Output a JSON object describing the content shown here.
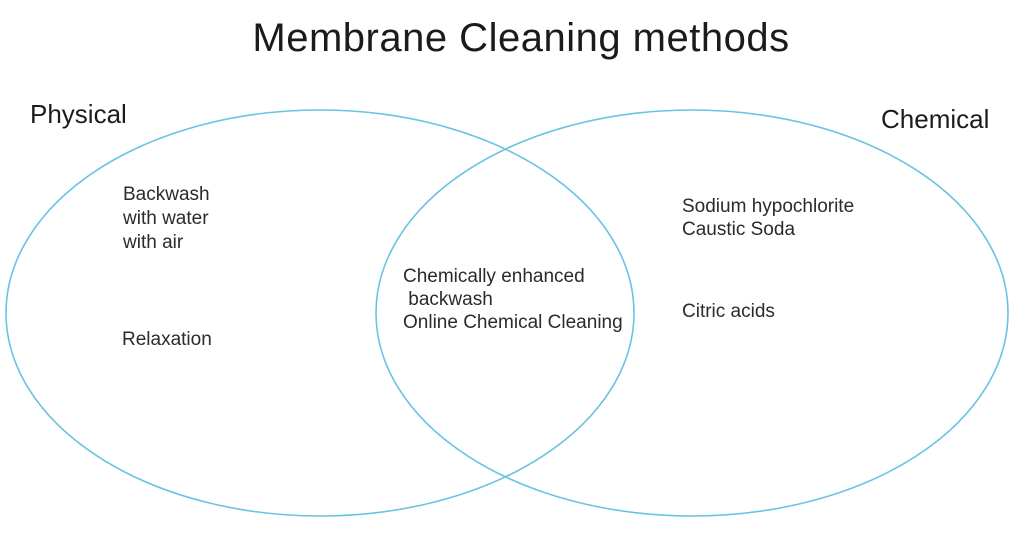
{
  "title": "Membrane Cleaning methods",
  "colors": {
    "ellipse_stroke": "#69c3e2",
    "title_text": "#1b1b1b",
    "body_text": "#2b2b2b"
  },
  "venn": {
    "left": {
      "label": "Physical",
      "backwash_group": [
        "Backwash",
        "with water",
        "with air"
      ],
      "relaxation_group": [
        "Relaxation"
      ]
    },
    "intersection": {
      "lines": [
        "Chemically enhanced",
        " backwash",
        "Online Chemical Cleaning"
      ]
    },
    "right": {
      "label": "Chemical",
      "hypochlorite_group": [
        "Sodium hypochlorite",
        "Caustic Soda"
      ],
      "acids_group": [
        "Citric acids"
      ]
    }
  }
}
